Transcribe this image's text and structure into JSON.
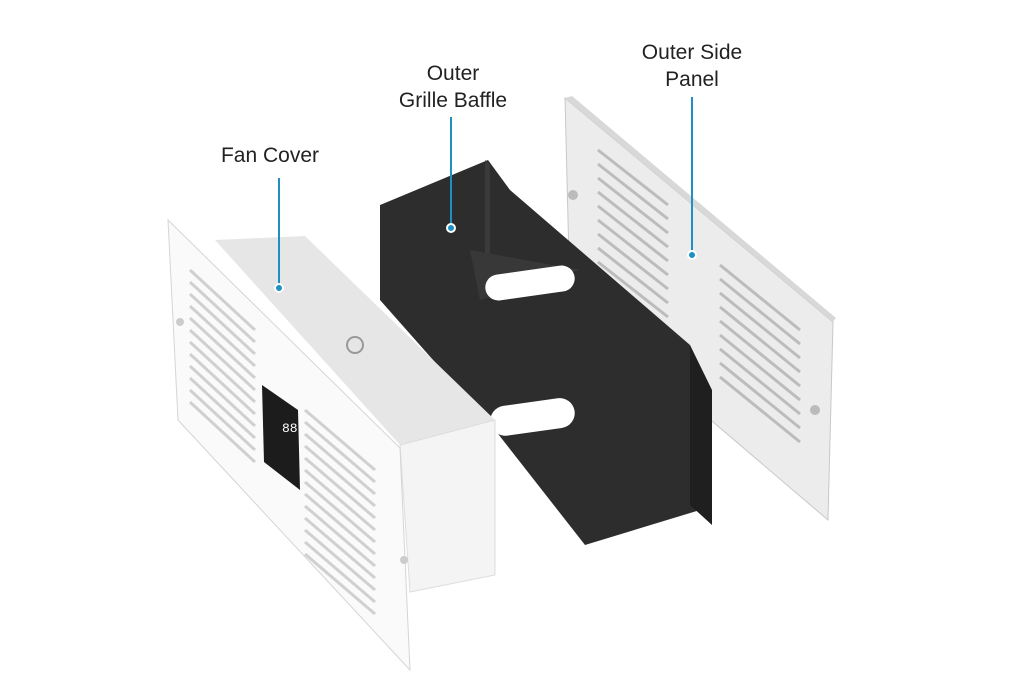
{
  "callouts": [
    {
      "id": "fan-cover",
      "lines": [
        "Fan Cover"
      ]
    },
    {
      "id": "outer-grille-baffle",
      "lines": [
        "Outer",
        "Grille Baffle"
      ]
    },
    {
      "id": "outer-side-panel",
      "lines": [
        "Outer Side",
        "Panel"
      ]
    }
  ],
  "display": {
    "readout": "88"
  },
  "colors": {
    "leader": "#1f8fc4",
    "baffle": "#2b2b2b",
    "panel": "#f2f2f2"
  }
}
